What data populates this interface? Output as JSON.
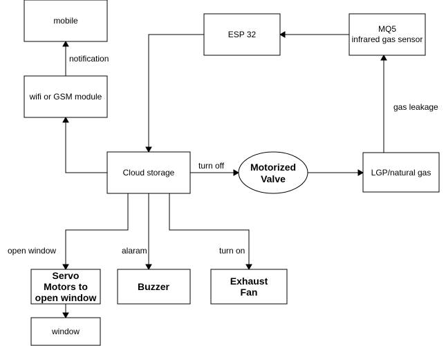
{
  "nodes": {
    "mobile": "mobile",
    "wifi_gsm": "wifi or GSM module",
    "esp32": "ESP 32",
    "mq5_line1": "MQ5",
    "mq5_line2": "infrared gas sensor",
    "cloud": "Cloud storage",
    "valve_line1": "Motorized",
    "valve_line2": "Valve",
    "lpg": "LGP/natural gas",
    "servo_line1": "Servo",
    "servo_line2": "Motors to",
    "servo_line3": "open window",
    "buzzer": "Buzzer",
    "fan_line1": "Exhaust",
    "fan_line2": "Fan",
    "window": "window"
  },
  "edges": {
    "notification": "notification",
    "gas_leakage": "gas leakage",
    "turn_off": "turn off",
    "open_window": "open window",
    "alaram": "alaram",
    "turn_on": "turn on"
  }
}
